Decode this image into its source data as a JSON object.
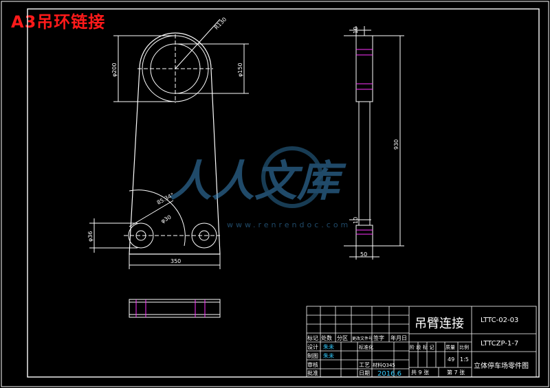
{
  "page_title": "A3吊环链接",
  "dimensions": {
    "top_radius": "R130",
    "outer_diameter": "φ200",
    "inner_diameter": "φ150",
    "angle": "85.34°",
    "small_radius": "φ30",
    "bottom_hole": "φ36",
    "base_width": "350",
    "thickness_top": "10",
    "height": "930",
    "thickness_bottom": "10",
    "width_side": "50"
  },
  "watermark": {
    "text": "人人文库",
    "url": "www.renrendoc.com"
  },
  "title_block": {
    "part_name": "吊臂连接",
    "drawing_code": "LTTC-02-03",
    "assembly_code": "LTTCZP-1-7",
    "project_name": "立体停车场零件图",
    "header_labels": [
      "标记",
      "处数",
      "分区",
      "更改文件号",
      "签字",
      "年月日"
    ],
    "row_design": "设计",
    "designer": "朱未",
    "standardization": "标准化",
    "row_drafting": "制图",
    "drafter": "朱未",
    "row_craft": "工艺",
    "row_review": "审核",
    "material": "材料Q345",
    "row_approve": "批准",
    "date_label": "日期",
    "date": "2016.6",
    "stage_labels": [
      "阶段标记",
      "质量",
      "比例"
    ],
    "mass": "49",
    "scale": "1:5",
    "sheets_total": "共 9 张",
    "sheet_no": "第 7 张"
  }
}
